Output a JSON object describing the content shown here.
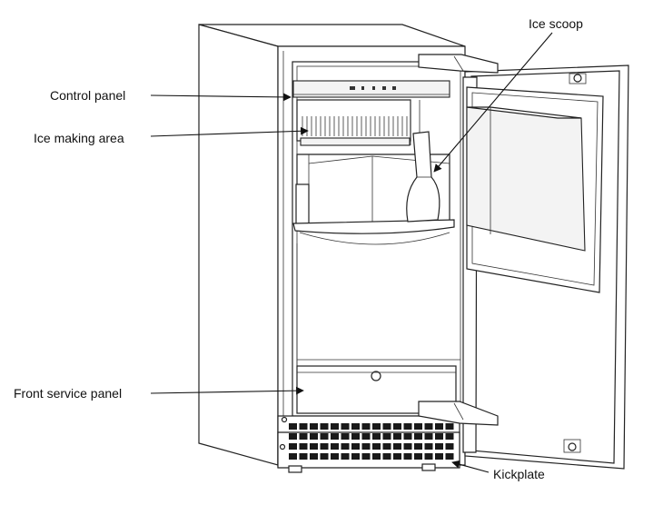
{
  "callouts": {
    "control_panel": "Control panel",
    "ice_making_area": "Ice making area",
    "ice_scoop": "Ice scoop",
    "front_service_panel": "Front service panel",
    "kickplate": "Kickplate"
  },
  "icons": [
    "ice-maker-illustration",
    "control-panel",
    "ice-making-area",
    "ice-scoop",
    "front-service-panel",
    "kickplate",
    "door",
    "door-handle-bracket"
  ],
  "colors": {
    "line": "#222222",
    "background": "#ffffff",
    "grille": "#1a1a1a"
  }
}
